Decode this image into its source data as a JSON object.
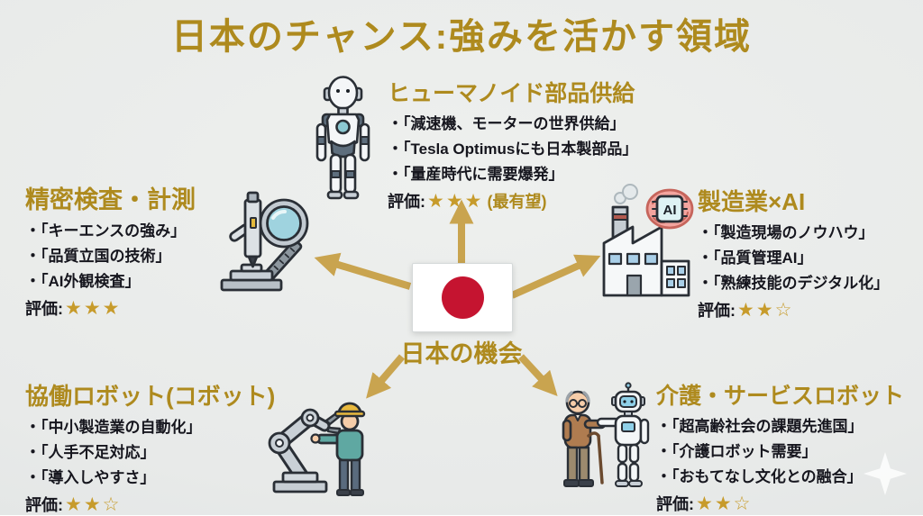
{
  "title": "日本のチャンス:強みを活かす領域",
  "center": {
    "label": "日本の機会",
    "flag": "japan-flag"
  },
  "sections": [
    {
      "id": "humanoid-parts",
      "title": "ヒューマノイド部品供給",
      "bullets": [
        "・「減速機、モーターの世界供給」",
        "・「Tesla Optimusにも日本製部品」",
        "・「量産時代に需要爆発」"
      ],
      "rating_label": "評価:",
      "stars": "★★★",
      "rating_note": "(最有望)",
      "icon": "humanoid-robot-icon"
    },
    {
      "id": "precision-inspection",
      "title": "精密検査・計測",
      "bullets": [
        "・「キーエンスの強み」",
        "・「品質立国の技術」",
        "・「AI外観検査」"
      ],
      "rating_label": "評価:",
      "stars": "★★★",
      "rating_note": "",
      "icon": "inspection-instrument-magnifier-icon"
    },
    {
      "id": "manufacturing-ai",
      "title": "製造業×AI",
      "bullets": [
        "・「製造現場のノウハウ」",
        "・「品質管理AI」",
        "・「熟練技能のデジタル化」"
      ],
      "rating_label": "評価:",
      "stars": "★★☆",
      "rating_note": "",
      "icon": "factory-ai-brain-icon",
      "icon_label": "AI"
    },
    {
      "id": "collaborative-robots",
      "title": "協働ロボット(コボット)",
      "bullets": [
        "・「中小製造業の自動化」",
        "・「人手不足対応」",
        "・「導入しやすさ」"
      ],
      "rating_label": "評価:",
      "stars": "★★☆",
      "rating_note": "",
      "icon": "robot-arm-worker-icon"
    },
    {
      "id": "care-service-robots",
      "title": "介護・サービスロボット",
      "bullets": [
        "・「超高齢社会の課題先進国」",
        "・「介護ロボット需要」",
        "・「おもてなし文化との融合」"
      ],
      "rating_label": "評価:",
      "stars": "★★☆",
      "rating_note": "",
      "icon": "elderly-care-robot-icon"
    }
  ],
  "colors": {
    "gold_text": "#AE8A1E",
    "arrow_gold": "#C9A44F",
    "star_gold": "#C79B2B",
    "body_text": "#16161E",
    "background": "#E9EBE9",
    "flag_red": "#C51430"
  }
}
